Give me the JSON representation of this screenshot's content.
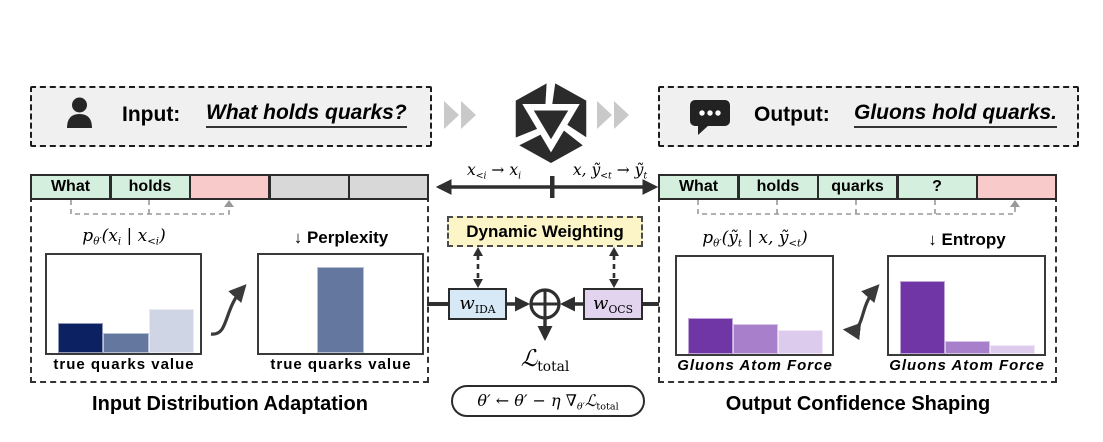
{
  "colors": {
    "token_green": "#d5efdf",
    "token_pink": "#f9caca",
    "token_gray": "#d8d8d8",
    "io_box_bg": "#f0f0f0",
    "dynamic_weighting_bg": "#fbf5c8",
    "w_ida_bg": "#d7e9f6",
    "w_ocs_bg": "#e2d4ee",
    "bar_navy": "#0b2161",
    "bar_blue": "#64779f",
    "bar_lightblue": "#cfd5e4",
    "bar_purple_dark": "#7136a6",
    "bar_purple_mid": "#a77fca",
    "bar_purple_light": "#ddcbee",
    "flow_arrow_gray": "#c9c9c9",
    "dash_gray": "#999999",
    "ink": "#2f2f2f"
  },
  "icons": {
    "input": "person-icon",
    "output": "chat-bubble-icon",
    "model": "model-logo-icon",
    "flow": "fast-forward-icon"
  },
  "input_box": {
    "label": "Input:",
    "text": "What holds quarks?"
  },
  "output_box": {
    "label": "Output:",
    "text": "Gluons hold quarks."
  },
  "flow": {
    "left": {
      "a": "x",
      "asub": "<i",
      "arrow": "→",
      "b": "x",
      "bsub": "i"
    },
    "right": {
      "a": "x, ỹ",
      "asub": "<t",
      "arrow": "→",
      "b": "ỹ",
      "bsub": "t"
    }
  },
  "tokens": {
    "left": [
      "What",
      "holds",
      "",
      "",
      ""
    ],
    "right": [
      "What",
      "holds",
      "quarks",
      "?",
      ""
    ]
  },
  "ida": {
    "dist": {
      "p": "p",
      "psub": "θ′",
      "open": "(x",
      "opensub": "i",
      "mid": " | x",
      "midsub": "<i",
      "close": ")"
    },
    "metric_title": "↓ Perplexity",
    "xlabel": "true quarks value",
    "caption": "Input Distribution Adaptation"
  },
  "ocs": {
    "dist": {
      "p": "p",
      "psub": "θ′",
      "open": "(ỹ",
      "opensub": "t",
      "mid": " | x, ỹ",
      "midsub": "<t",
      "close": ")"
    },
    "metric_title": "↓ Entropy",
    "xlabel": "Gluons Atom Force",
    "caption": "Output Confidence Shaping"
  },
  "center": {
    "dynamic_weighting": "Dynamic Weighting",
    "w_ida": {
      "base": "w",
      "sub": "IDA"
    },
    "w_ocs": {
      "base": "w",
      "sub": "OCS"
    },
    "loss": {
      "base": "ℒ",
      "sub": "total"
    },
    "update": {
      "a": "θ′ ← θ′ − η ∇",
      "asub": "θ′",
      "b": "ℒ",
      "bsub": "total"
    }
  },
  "chart_data": [
    {
      "type": "bar",
      "panel": "Input Distribution Adaptation",
      "title": "p_θ′(x_i | x_<i)",
      "categories": [
        "true",
        "quarks",
        "value"
      ],
      "values": [
        0.3,
        0.2,
        0.44
      ],
      "colors": [
        "#0b2161",
        "#64779f",
        "#cfd5e4"
      ],
      "ylim": [
        0,
        1
      ],
      "xlabel": "true quarks value"
    },
    {
      "type": "bar",
      "panel": "Input Distribution Adaptation",
      "title": "↓ Perplexity",
      "categories": [
        "true",
        "quarks",
        "value"
      ],
      "values": [
        0,
        0.85,
        0
      ],
      "colors": [
        "#64779f"
      ],
      "ylim": [
        0,
        1
      ],
      "xlabel": "true quarks value"
    },
    {
      "type": "bar",
      "panel": "Output Confidence Shaping",
      "title": "p_θ′(ỹ_t | x, ỹ_<t)",
      "categories": [
        "Gluons",
        "Atom",
        "Force"
      ],
      "values": [
        0.36,
        0.3,
        0.24
      ],
      "colors": [
        "#7136a6",
        "#a77fca",
        "#ddcbee"
      ],
      "ylim": [
        0,
        1
      ],
      "xlabel": "Gluons Atom Force"
    },
    {
      "type": "bar",
      "panel": "Output Confidence Shaping",
      "title": "↓ Entropy",
      "categories": [
        "Gluons",
        "Atom",
        "Force"
      ],
      "values": [
        0.72,
        0.13,
        0.09
      ],
      "colors": [
        "#7136a6",
        "#a77fca",
        "#ddcbee"
      ],
      "ylim": [
        0,
        1
      ],
      "xlabel": "Gluons Atom Force"
    }
  ]
}
